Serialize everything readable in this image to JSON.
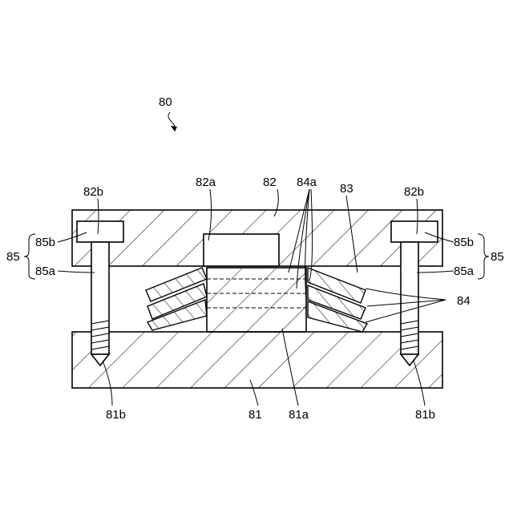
{
  "figure_label": "80",
  "labels": {
    "lower_plate": "81",
    "lower_plate_center": "81a",
    "lower_plate_hole_left": "81b",
    "lower_plate_hole_right": "81b",
    "upper_plate": "82",
    "upper_plate_recess": "82a",
    "upper_plate_hole_left": "82b",
    "upper_plate_hole_right": "82b",
    "gap": "83",
    "cores": "84",
    "core_inner": "84a",
    "bolt_left": "85",
    "bolt_right": "85",
    "bolt_head_left": "85b",
    "bolt_head_right": "85b",
    "bolt_shaft_left": "85a",
    "bolt_shaft_right": "85a"
  }
}
